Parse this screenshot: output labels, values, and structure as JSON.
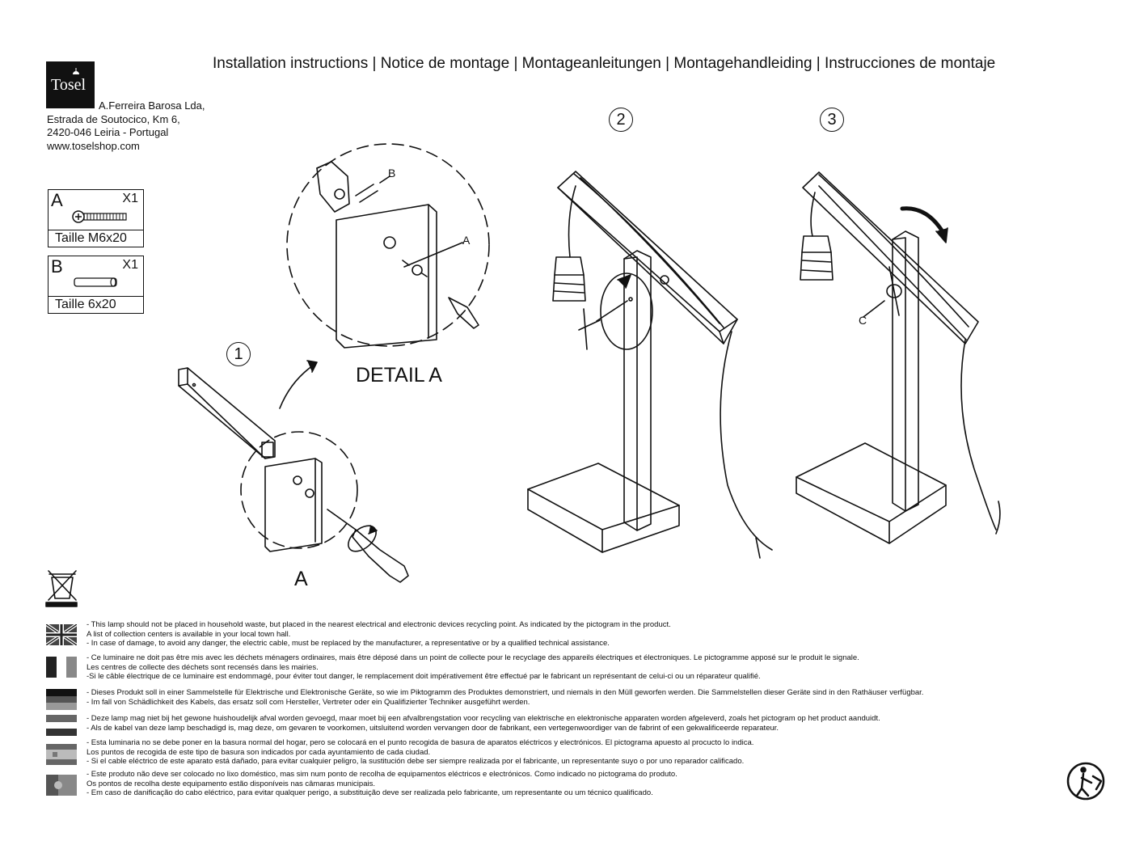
{
  "title": "Installation instructions | Notice de montage | Montageanleitungen | Montagehandleiding | Instrucciones de montaje",
  "brand": {
    "logo_text": "Tosel"
  },
  "address": [
    "A.Ferreira Barosa Lda,",
    "Estrada de Soutocico, Km 6,",
    "2420-046 Leiria - Portugal",
    "www.toselshop.com"
  ],
  "parts": [
    {
      "letter": "A",
      "qty": "X1",
      "size": "Taille M6x20"
    },
    {
      "letter": "B",
      "qty": "X1",
      "size": "Taille 6x20"
    }
  ],
  "steps": [
    "1",
    "2",
    "3"
  ],
  "labels": {
    "detail": "DETAIL A",
    "a": "A",
    "detail_a": "A",
    "detail_b": "B",
    "step3_c": "C"
  },
  "icons": [
    "weee-bin-icon",
    "flag-uk-icon",
    "flag-fr-icon",
    "flag-de-icon",
    "flag-nl-icon",
    "flag-es-icon",
    "flag-pt-icon",
    "recycle-person-icon"
  ],
  "notices": [
    {
      "flag": "uk",
      "lines": [
        "- This lamp should not be placed in household waste, but placed in the nearest electrical and electronic devices recycling point. As indicated by the pictogram in the product.",
        "A list of collection centers is available in your local town hall.",
        "- In case of damage, to avoid any danger, the electric cable, must be replaced by the manufacturer, a representative or by a qualified technical assistance."
      ]
    },
    {
      "flag": "fr",
      "lines": [
        "- Ce luminaire ne doit pas être mis avec les déchets ménagers ordinaires, mais être déposé dans un point de collecte pour le recyclage des appareils électriques et électroniques. Le pictogramme apposé sur le produit le signale.",
        "Les centres de collecte des déchets sont recensés dans les mairies.",
        "-Si le câble électrique de ce luminaire est endommagé, pour éviter tout danger, le remplacement doit impérativement être effectué par le fabricant un représentant de celui-ci ou un réparateur qualifié."
      ]
    },
    {
      "flag": "de",
      "lines": [
        "- Dieses Produkt soll in einer Sammelstelle für Elektrische und Elektronische Geräte, so wie im Piktogramm des Produktes demonstriert, und niemals in den Müll geworfen werden. Die Sammelstellen dieser Geräte sind in den Rathäuser verfügbar.",
        "- Im fall von Schädlichkeit des Kabels, das ersatz soll com Hersteller, Vertreter oder ein Qualifizierter Techniker ausgeführt werden."
      ]
    },
    {
      "flag": "nl",
      "lines": [
        "- Deze lamp mag niet bij het gewone huishoudelijk afval worden gevoegd, maar moet bij een afvalbrengstation voor recycling van elektrische en elektronische apparaten worden afgeleverd, zoals het pictogram op het product aanduidt.",
        "- Als de kabel van deze lamp beschadigd is, mag deze, om gevaren te voorkomen, uitsluitend worden vervangen door de fabrikant, een vertegenwoordiger van de fabrint of een gekwalificeerde reparateur."
      ]
    },
    {
      "flag": "es",
      "lines": [
        "- Esta luminaria no se debe poner en la basura normal del hogar, pero se colocará en el punto recogida de basura de aparatos eléctricos y electrónicos. El pictograma apuesto al procucto lo indica.",
        "Los puntos de recogida de este tipo de basura son indicados por cada ayuntamiento de cada ciudad.",
        "- Si el cable eléctrico de este aparato está dañado, para evitar cualquier peligro, la sustitución debe ser siempre realizada por el fabricante, un representante suyo o por uno reparador calificado."
      ]
    },
    {
      "flag": "pt",
      "lines": [
        "- Este produto não deve ser colocado no lixo doméstico, mas sim num ponto de recolha de equipamentos eléctricos e electrónicos. Como indicado no pictograma do produto.",
        "Os pontos de recolha deste equipamento estão disponíveis nas câmaras municipais.",
        "- Em caso de danificação do cabo eléctrico, para evitar qualquer perigo, a substituição deve ser realizada pelo fabricante, um representante ou um técnico qualificado."
      ]
    }
  ]
}
